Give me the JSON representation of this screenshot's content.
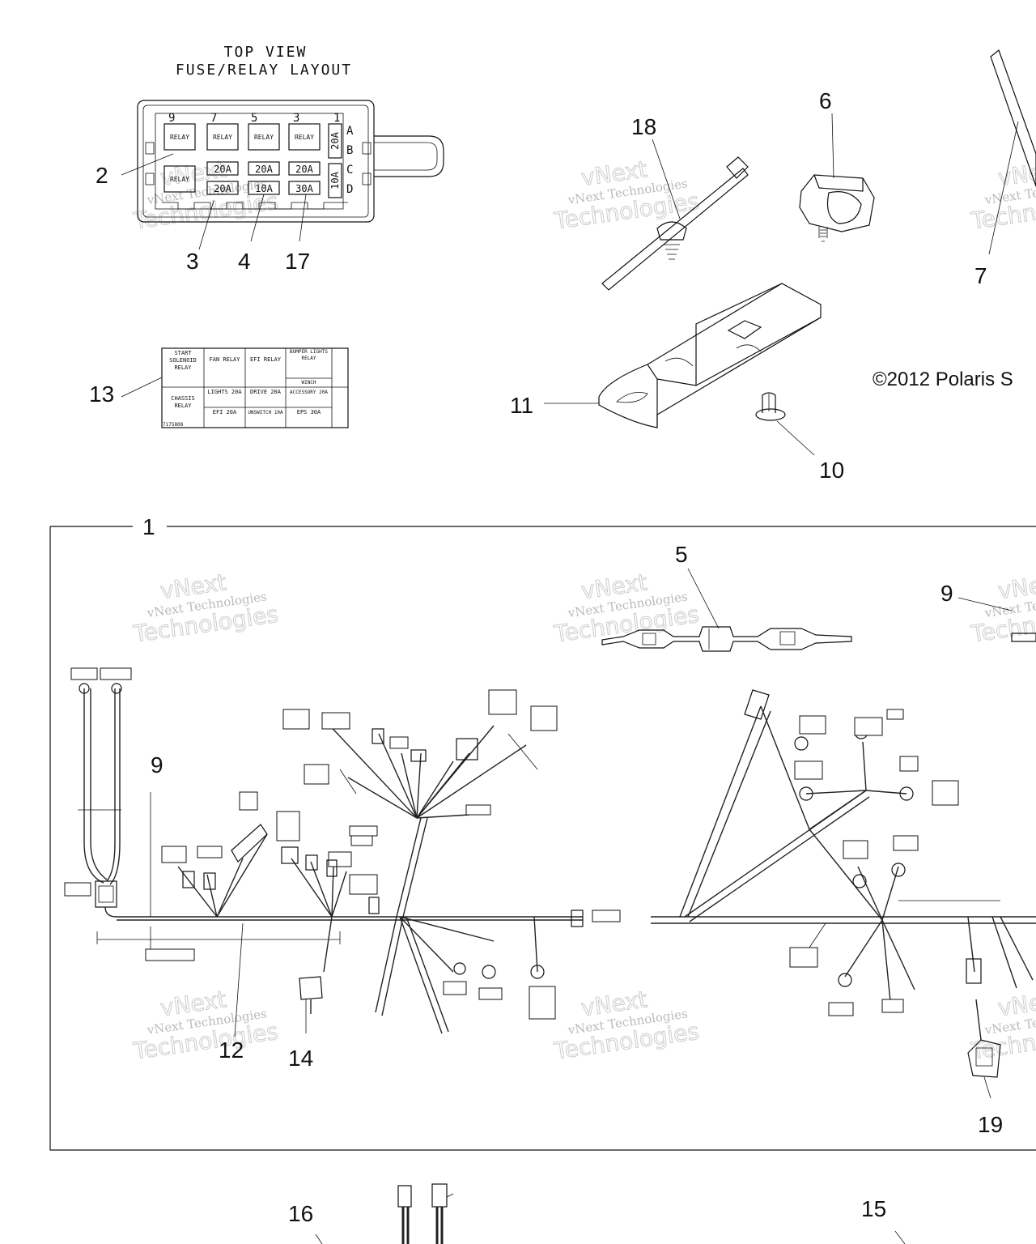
{
  "fuse_box": {
    "title_line1": "TOP VIEW",
    "title_line2": "FUSE/RELAY LAYOUT",
    "column_numbers": [
      "9",
      "7",
      "5",
      "3",
      "1"
    ],
    "row_letters": [
      "A",
      "B",
      "C",
      "D"
    ],
    "relay_label": "RELAY",
    "fuses_row_c": [
      "20A",
      "20A",
      "20A"
    ],
    "fuses_row_d": [
      "20A",
      "10A",
      "30A"
    ],
    "side_fuses": [
      "20A",
      "10A"
    ]
  },
  "label_13": {
    "cells": {
      "start_solenoid": "START SOLENOID RELAY",
      "fan_relay": "FAN RELAY",
      "efi_relay": "EFI RELAY",
      "bumper_lights_relay": "BUMPER LIGHTS RELAY",
      "winch": "WINCH",
      "chassis_relay": "CHASSIS RELAY",
      "lights": "LIGHTS 20A",
      "drive": "DRIVE 20A",
      "accessory": "ACCESSORY 20A",
      "efi": "EFI 20A",
      "unswitched": "UNSWITCH 10A",
      "eps": "EPS 30A",
      "part_no": "7175808"
    }
  },
  "callouts": {
    "c1": "1",
    "c2": "2",
    "c3": "3",
    "c4": "4",
    "c5": "5",
    "c6": "6",
    "c7": "7",
    "c9a": "9",
    "c9b": "9",
    "c10": "10",
    "c11": "11",
    "c12": "12",
    "c13": "13",
    "c14": "14",
    "c15": "15",
    "c16": "16",
    "c17": "17",
    "c18": "18",
    "c19": "19"
  },
  "copyright": "©2012 Polaris S",
  "watermark": {
    "line1": "vNext Technologies",
    "line2": "Technologies",
    "line3": "vNext"
  }
}
